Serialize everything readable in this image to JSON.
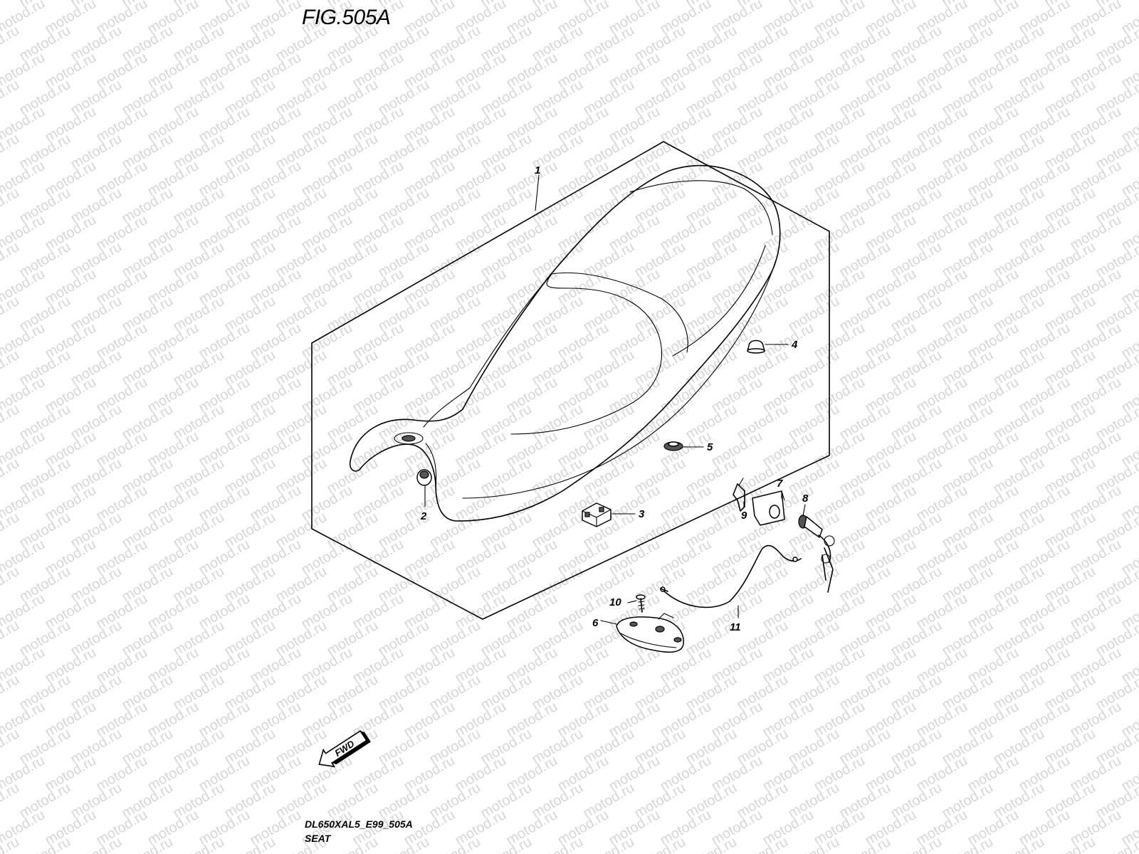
{
  "figure": {
    "title": "FIG.505A",
    "code": "DL650XAL5_E99_505A",
    "name": "SEAT"
  },
  "watermark": {
    "text": "motod.ru"
  },
  "fwd_arrow": {
    "label": "FWD"
  },
  "callouts": [
    {
      "num": "1",
      "part": "seat"
    },
    {
      "num": "2",
      "part": "cushion-left"
    },
    {
      "num": "3",
      "part": "block-cushion"
    },
    {
      "num": "4",
      "part": "cap"
    },
    {
      "num": "5",
      "part": "nut"
    },
    {
      "num": "6",
      "part": "seat-lock-bracket"
    },
    {
      "num": "7",
      "part": "bracket"
    },
    {
      "num": "8",
      "part": "seat-lock-set"
    },
    {
      "num": "9",
      "part": "clip"
    },
    {
      "num": "10",
      "part": "screw"
    },
    {
      "num": "11",
      "part": "cable"
    }
  ]
}
